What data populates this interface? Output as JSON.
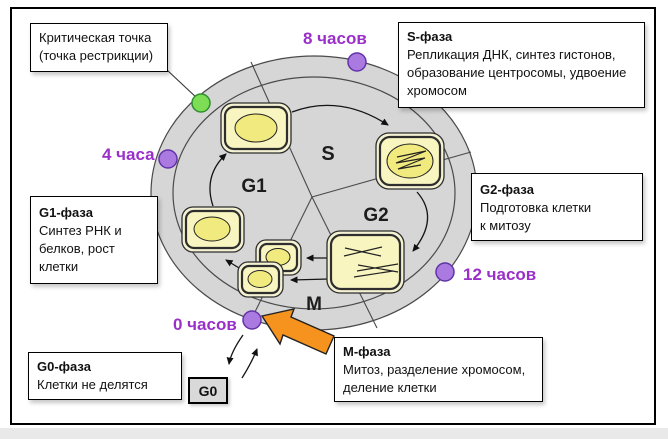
{
  "callouts": {
    "critical_point": {
      "lines": [
        "Критическая точка",
        "(точка рестрикции)"
      ]
    },
    "s_phase": {
      "title": "S-фаза",
      "lines": [
        "Репликация ДНК, синтез гистонов,",
        "образование центросомы, удвоение",
        "хромосом"
      ]
    },
    "g2_phase": {
      "title": "G2-фаза",
      "lines": [
        "Подготовка клетки",
        "к митозу"
      ]
    },
    "g1_phase": {
      "title": "G1-фаза",
      "lines": [
        "Синтез РНК и",
        "белков, рост",
        "клетки"
      ]
    },
    "g0_phase": {
      "title": "G0-фаза",
      "lines": [
        "Клетки не делятся"
      ]
    },
    "m_phase": {
      "title": "М-фаза",
      "lines": [
        "Митоз, разделение хромосом,",
        "деление клетки"
      ]
    }
  },
  "time_markers": {
    "t0": {
      "label": "0 часов"
    },
    "t4": {
      "label": "4 часа"
    },
    "t8": {
      "label": "8 часов"
    },
    "t12": {
      "label": "12 часов"
    }
  },
  "cycle": {
    "sectors": {
      "g1": "G1",
      "s": "S",
      "g2": "G2",
      "m": "M"
    },
    "g0_node": "G0"
  },
  "colors": {
    "time_label": "#9b2fc9",
    "cycle_fill": "#d6d6d6",
    "cell_band": "#f4f2d2",
    "cell_fill": "#f8f5c0",
    "nucleus_fill": "#f1ea7e",
    "marker_purple": "#ab7ae0",
    "marker_green": "#7ddd55",
    "entry_arrow": "#f6921e"
  }
}
